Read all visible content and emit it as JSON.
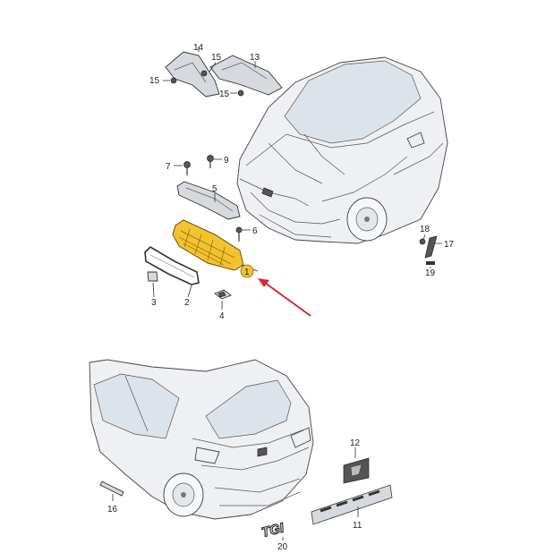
{
  "diagram": {
    "callouts": [
      {
        "id": "1",
        "label": "1"
      },
      {
        "id": "2",
        "label": "2"
      },
      {
        "id": "3",
        "label": "3"
      },
      {
        "id": "4",
        "label": "4"
      },
      {
        "id": "5",
        "label": "5"
      },
      {
        "id": "6",
        "label": "6"
      },
      {
        "id": "7",
        "label": "7"
      },
      {
        "id": "9",
        "label": "9"
      },
      {
        "id": "11",
        "label": "11"
      },
      {
        "id": "12",
        "label": "12"
      },
      {
        "id": "13",
        "label": "13"
      },
      {
        "id": "14",
        "label": "14"
      },
      {
        "id": "15a",
        "label": "15"
      },
      {
        "id": "15b",
        "label": "15"
      },
      {
        "id": "15c",
        "label": "15"
      },
      {
        "id": "16",
        "label": "16"
      },
      {
        "id": "17",
        "label": "17"
      },
      {
        "id": "18",
        "label": "18"
      },
      {
        "id": "19",
        "label": "19"
      },
      {
        "id": "20",
        "label": "20"
      }
    ],
    "highlight_color": "#f2c230",
    "arrow_color": "#d9262b",
    "badge_text": "TGI"
  }
}
